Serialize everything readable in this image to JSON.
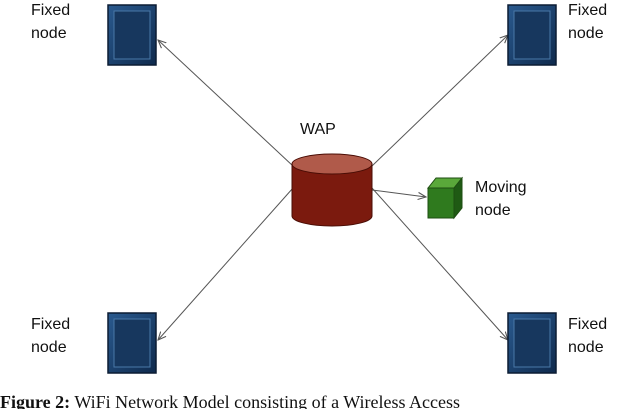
{
  "nodes": {
    "top_left": {
      "label_line1": "Fixed",
      "label_line2": "node"
    },
    "top_right": {
      "label_line1": "Fixed",
      "label_line2": "node"
    },
    "bottom_left": {
      "label_line1": "Fixed",
      "label_line2": "node"
    },
    "bottom_right": {
      "label_line1": "Fixed",
      "label_line2": "node"
    }
  },
  "wap": {
    "label": "WAP"
  },
  "moving_node": {
    "label_line1": "Moving",
    "label_line2": "node"
  },
  "caption": {
    "figure_label": "Figure 2:",
    "text": "WiFi Network Model consisting of a Wireless Access"
  },
  "colors": {
    "fixed_node": "#17375e",
    "fixed_node_edge": "#0b1c33",
    "wap_body": "#7b1a0e",
    "wap_top": "#b05a4a",
    "moving_node": "#2f7a1e",
    "link": "#555555"
  }
}
